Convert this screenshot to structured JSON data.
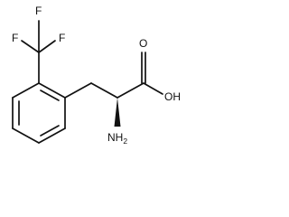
{
  "labels": {
    "f_left": "F",
    "f_top": "F",
    "f_right": "F",
    "o_carbonyl": "O",
    "oh": "OH",
    "nh_main": "NH",
    "nh_sub": "2"
  },
  "colors": {
    "ink": "#111111",
    "background": "#ffffff"
  }
}
